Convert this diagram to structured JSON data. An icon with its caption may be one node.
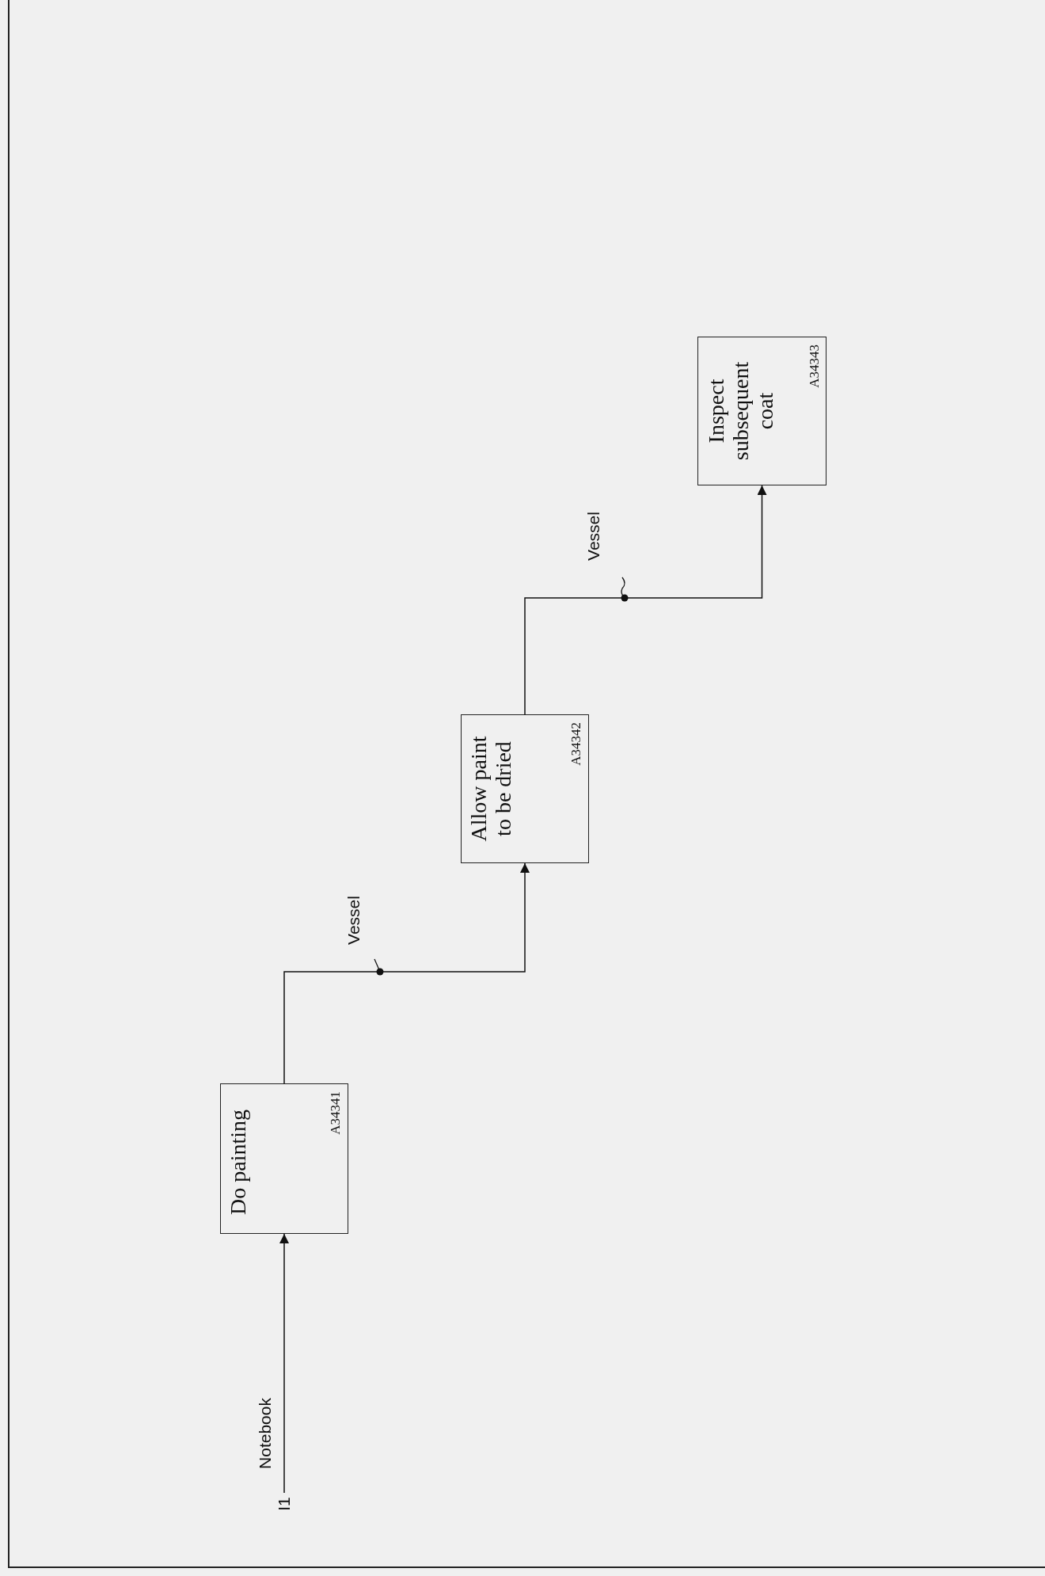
{
  "diagram": {
    "nodes": [
      {
        "text": [
          "Do painting",
          "A34341"
        ]
      },
      {
        "text": [
          "Allow paint to be dried",
          "A34342"
        ]
      },
      {
        "text": [
          "Inspect subsequent coat",
          "A34343"
        ]
      },
      {
        "text": [
          "I1"
        ]
      }
    ],
    "edges": [
      {
        "from": 3,
        "to": 0,
        "arrow": "to",
        "label": "Notebook"
      },
      {
        "from": 0,
        "to": 1,
        "arrow": "to",
        "label": "Vessel"
      },
      {
        "from": 1,
        "to": 2,
        "arrow": "to",
        "label": "Vessel"
      }
    ]
  }
}
